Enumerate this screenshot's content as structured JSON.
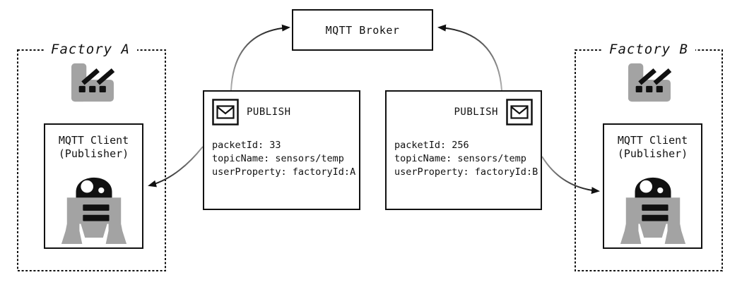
{
  "broker": {
    "label": "MQTT Broker"
  },
  "factory_a": {
    "label": "Factory A",
    "client": {
      "name": "MQTT Client",
      "role": "(Publisher)"
    }
  },
  "factory_b": {
    "label": "Factory B",
    "client": {
      "name": "MQTT Client",
      "role": "(Publisher)"
    }
  },
  "publish_a": {
    "title": "PUBLISH",
    "lines": [
      "packetId: 33",
      "topicName: sensors/temp",
      "userProperty: factoryId:A"
    ]
  },
  "publish_b": {
    "title": "PUBLISH",
    "lines": [
      "packetId: 256",
      "topicName: sensors/temp",
      "userProperty: factoryId:B"
    ]
  },
  "icons": {
    "factory": "factory-icon",
    "robot": "robot-icon",
    "envelope": "envelope-icon"
  },
  "colors": {
    "ink": "#111111",
    "icon_gray": "#a3a3a3",
    "background": "#ffffff",
    "arrow_fade": "#b0b0b0"
  }
}
